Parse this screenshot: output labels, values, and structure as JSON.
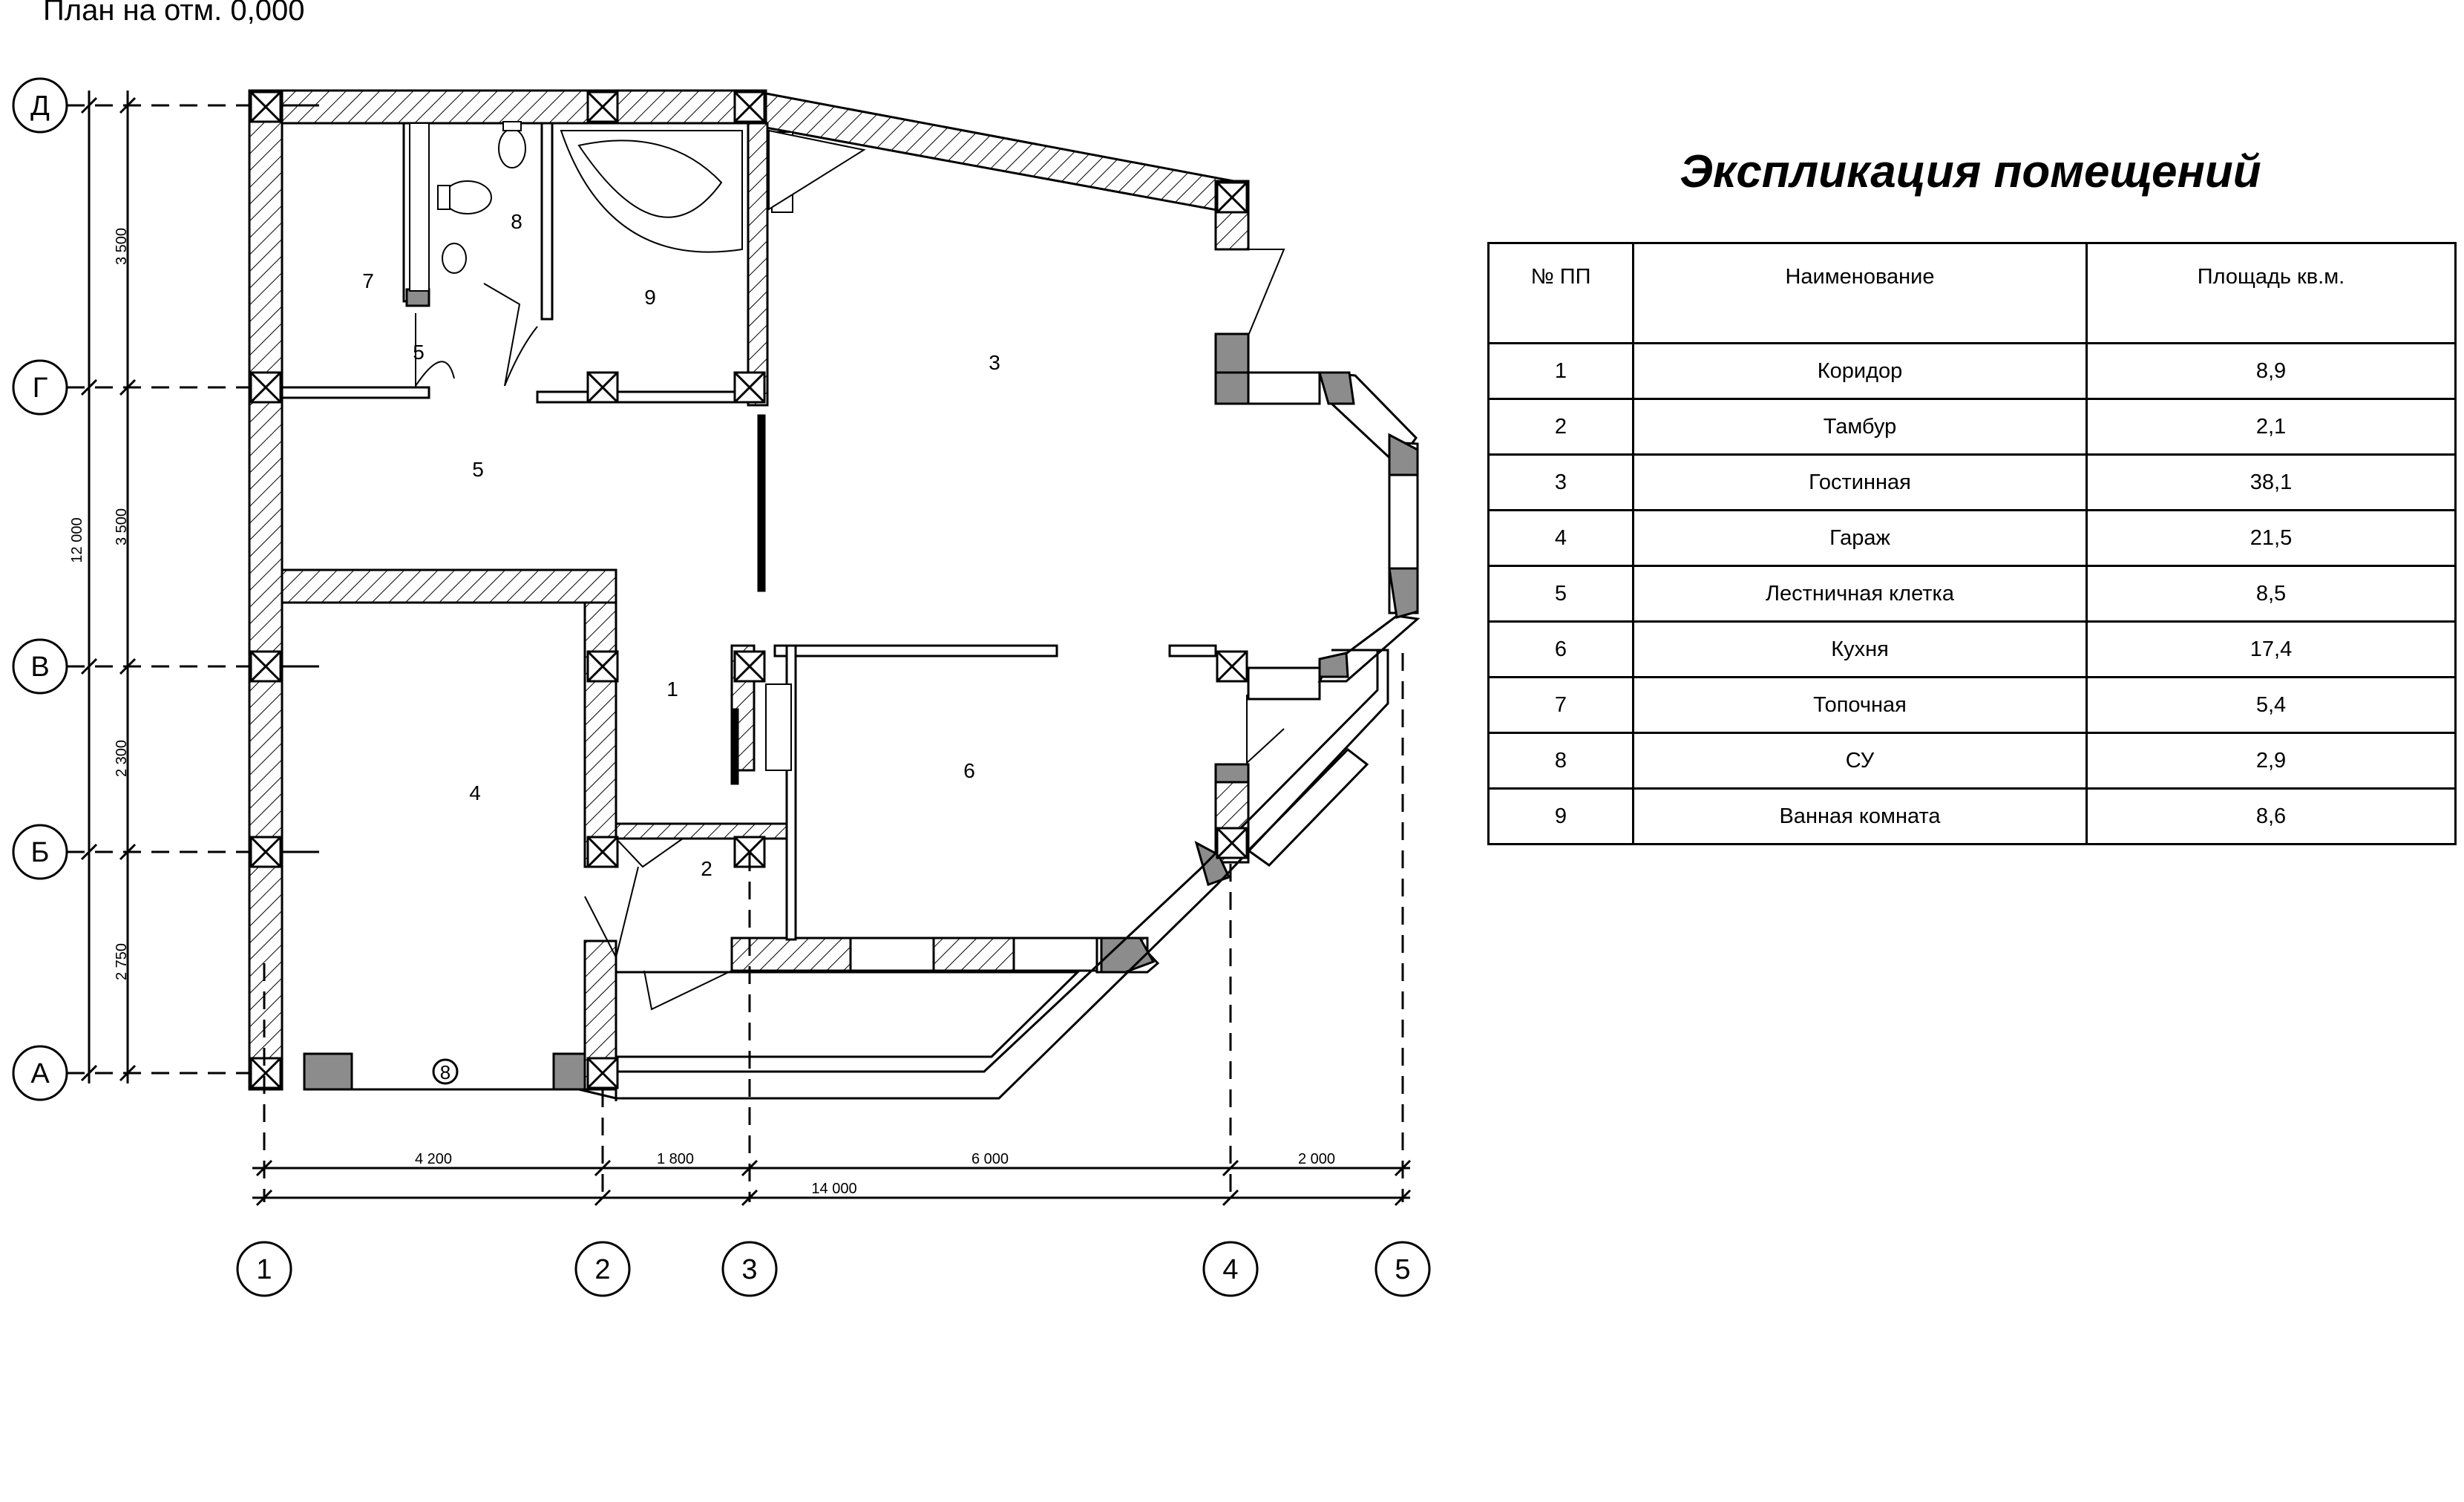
{
  "plan": {
    "title": "План на отм. 0,000",
    "axes_letters": [
      "Д",
      "Г",
      "В",
      "Б",
      "А"
    ],
    "axes_numbers": [
      "1",
      "2",
      "3",
      "4",
      "5"
    ],
    "dims_vertical": [
      "3 500",
      "3 500",
      "2 300",
      "2 750"
    ],
    "dim_vertical_total": "12 000",
    "dims_horizontal": [
      "4 200",
      "1 800",
      "6 000",
      "2 000"
    ],
    "dim_horizontal_total": "14 000",
    "room_labels": [
      "7",
      "8",
      "5",
      "9",
      "3",
      "5",
      "1",
      "4",
      "6",
      "2"
    ],
    "marker": "8"
  },
  "explication": {
    "title": "Экспликация помещений",
    "headers": [
      "№ ПП",
      "Наименование",
      "Площадь кв.м."
    ],
    "rows": [
      {
        "num": "1",
        "name": "Коридор",
        "area": "8,9"
      },
      {
        "num": "2",
        "name": "Тамбур",
        "area": "2,1"
      },
      {
        "num": "3",
        "name": "Гостинная",
        "area": "38,1"
      },
      {
        "num": "4",
        "name": "Гараж",
        "area": "21,5"
      },
      {
        "num": "5",
        "name": "Лестничная клетка",
        "area": "8,5"
      },
      {
        "num": "6",
        "name": "Кухня",
        "area": "17,4"
      },
      {
        "num": "7",
        "name": "Топочная",
        "area": "5,4"
      },
      {
        "num": "8",
        "name": "СУ",
        "area": "2,9"
      },
      {
        "num": "9",
        "name": "Ванная комната",
        "area": "8,6"
      }
    ]
  },
  "colors": {
    "ink": "#000000",
    "fill_gray": "#8c8c8c",
    "background": "#ffffff"
  }
}
